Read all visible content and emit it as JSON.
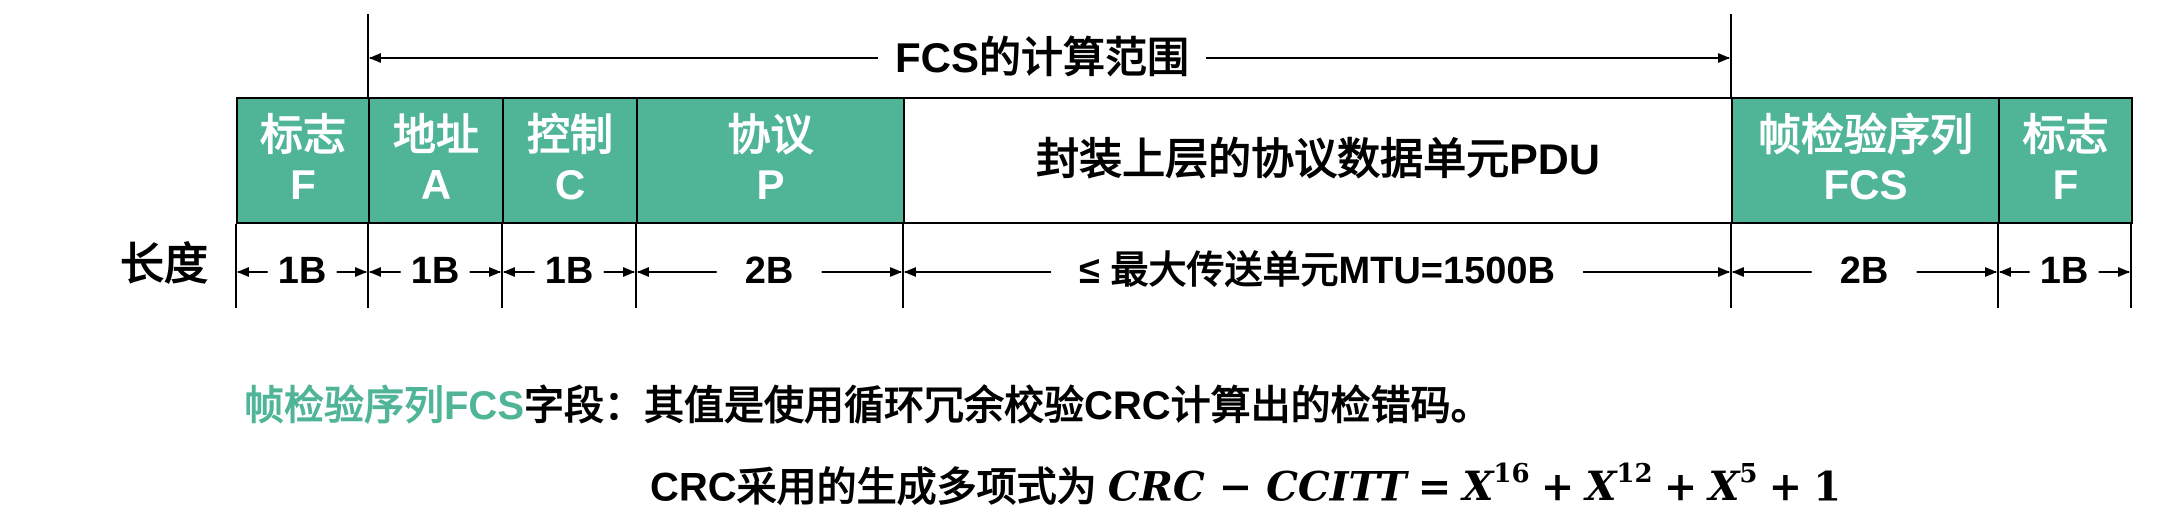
{
  "fcs_range_label": "FCS的计算范围",
  "fields": [
    {
      "id": "flag-start",
      "name": "标志",
      "abbr": "F",
      "style": "green",
      "length": "1B"
    },
    {
      "id": "address",
      "name": "地址",
      "abbr": "A",
      "style": "green",
      "length": "1B"
    },
    {
      "id": "control",
      "name": "控制",
      "abbr": "C",
      "style": "green",
      "length": "1B"
    },
    {
      "id": "protocol",
      "name": "协议",
      "abbr": "P",
      "style": "green",
      "length": "2B"
    },
    {
      "id": "pdu",
      "name": "封装上层的协议数据单元PDU",
      "abbr": "",
      "style": "white",
      "length": "≤ 最大传送单元MTU=1500B"
    },
    {
      "id": "fcs",
      "name": "帧检验序列",
      "abbr": "FCS",
      "style": "green",
      "length": "2B"
    },
    {
      "id": "flag-end",
      "name": "标志",
      "abbr": "F",
      "style": "green",
      "length": "1B"
    }
  ],
  "length_label": "长度",
  "note": {
    "accent": "帧检验序列FCS",
    "text": "字段：其值是使用循环冗余校验CRC计算出的检错码。"
  },
  "formula": {
    "prefix": "CRC采用的生成多项式为",
    "lhs": "CRC − CCITT",
    "eq": "=",
    "t1_base": "X",
    "t1_exp": "16",
    "plus": "+",
    "t2_base": "X",
    "t2_exp": "12",
    "t3_base": "X",
    "t3_exp": "5",
    "const": "1"
  },
  "colors": {
    "field_green": "#4fb596",
    "accent_text": "#4fb596",
    "line": "#000000"
  }
}
